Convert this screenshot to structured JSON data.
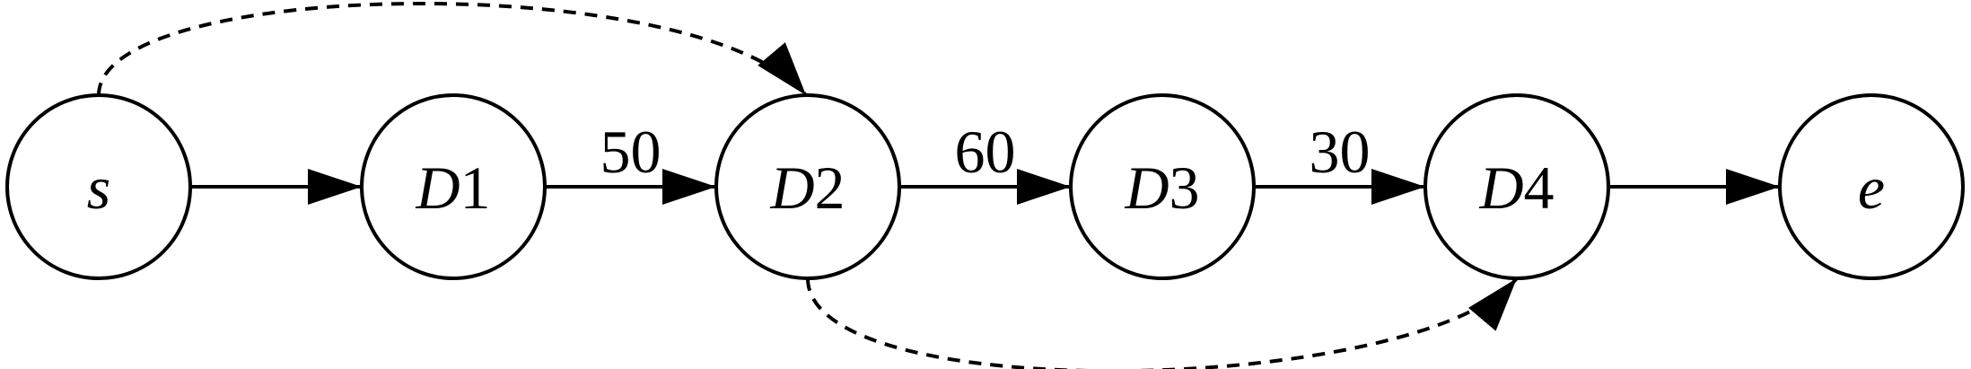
{
  "nodes": [
    {
      "id": "s",
      "letter": "s",
      "index": ""
    },
    {
      "id": "D1",
      "letter": "D",
      "index": "1"
    },
    {
      "id": "D2",
      "letter": "D",
      "index": "2"
    },
    {
      "id": "D3",
      "letter": "D",
      "index": "3"
    },
    {
      "id": "D4",
      "letter": "D",
      "index": "4"
    },
    {
      "id": "e",
      "letter": "e",
      "index": ""
    }
  ],
  "edges": [
    {
      "from": "s",
      "to": "D1",
      "label": "",
      "style": "solid"
    },
    {
      "from": "D1",
      "to": "D2",
      "label": "50",
      "style": "solid"
    },
    {
      "from": "D2",
      "to": "D3",
      "label": "60",
      "style": "solid"
    },
    {
      "from": "D3",
      "to": "D4",
      "label": "30",
      "style": "solid"
    },
    {
      "from": "D4",
      "to": "e",
      "label": "",
      "style": "solid"
    },
    {
      "from": "s",
      "to": "D2",
      "label": "",
      "style": "dashed"
    },
    {
      "from": "D2",
      "to": "D4",
      "label": "",
      "style": "dashed"
    }
  ],
  "colors": {
    "stroke": "#000000",
    "fill": "#ffffff"
  }
}
